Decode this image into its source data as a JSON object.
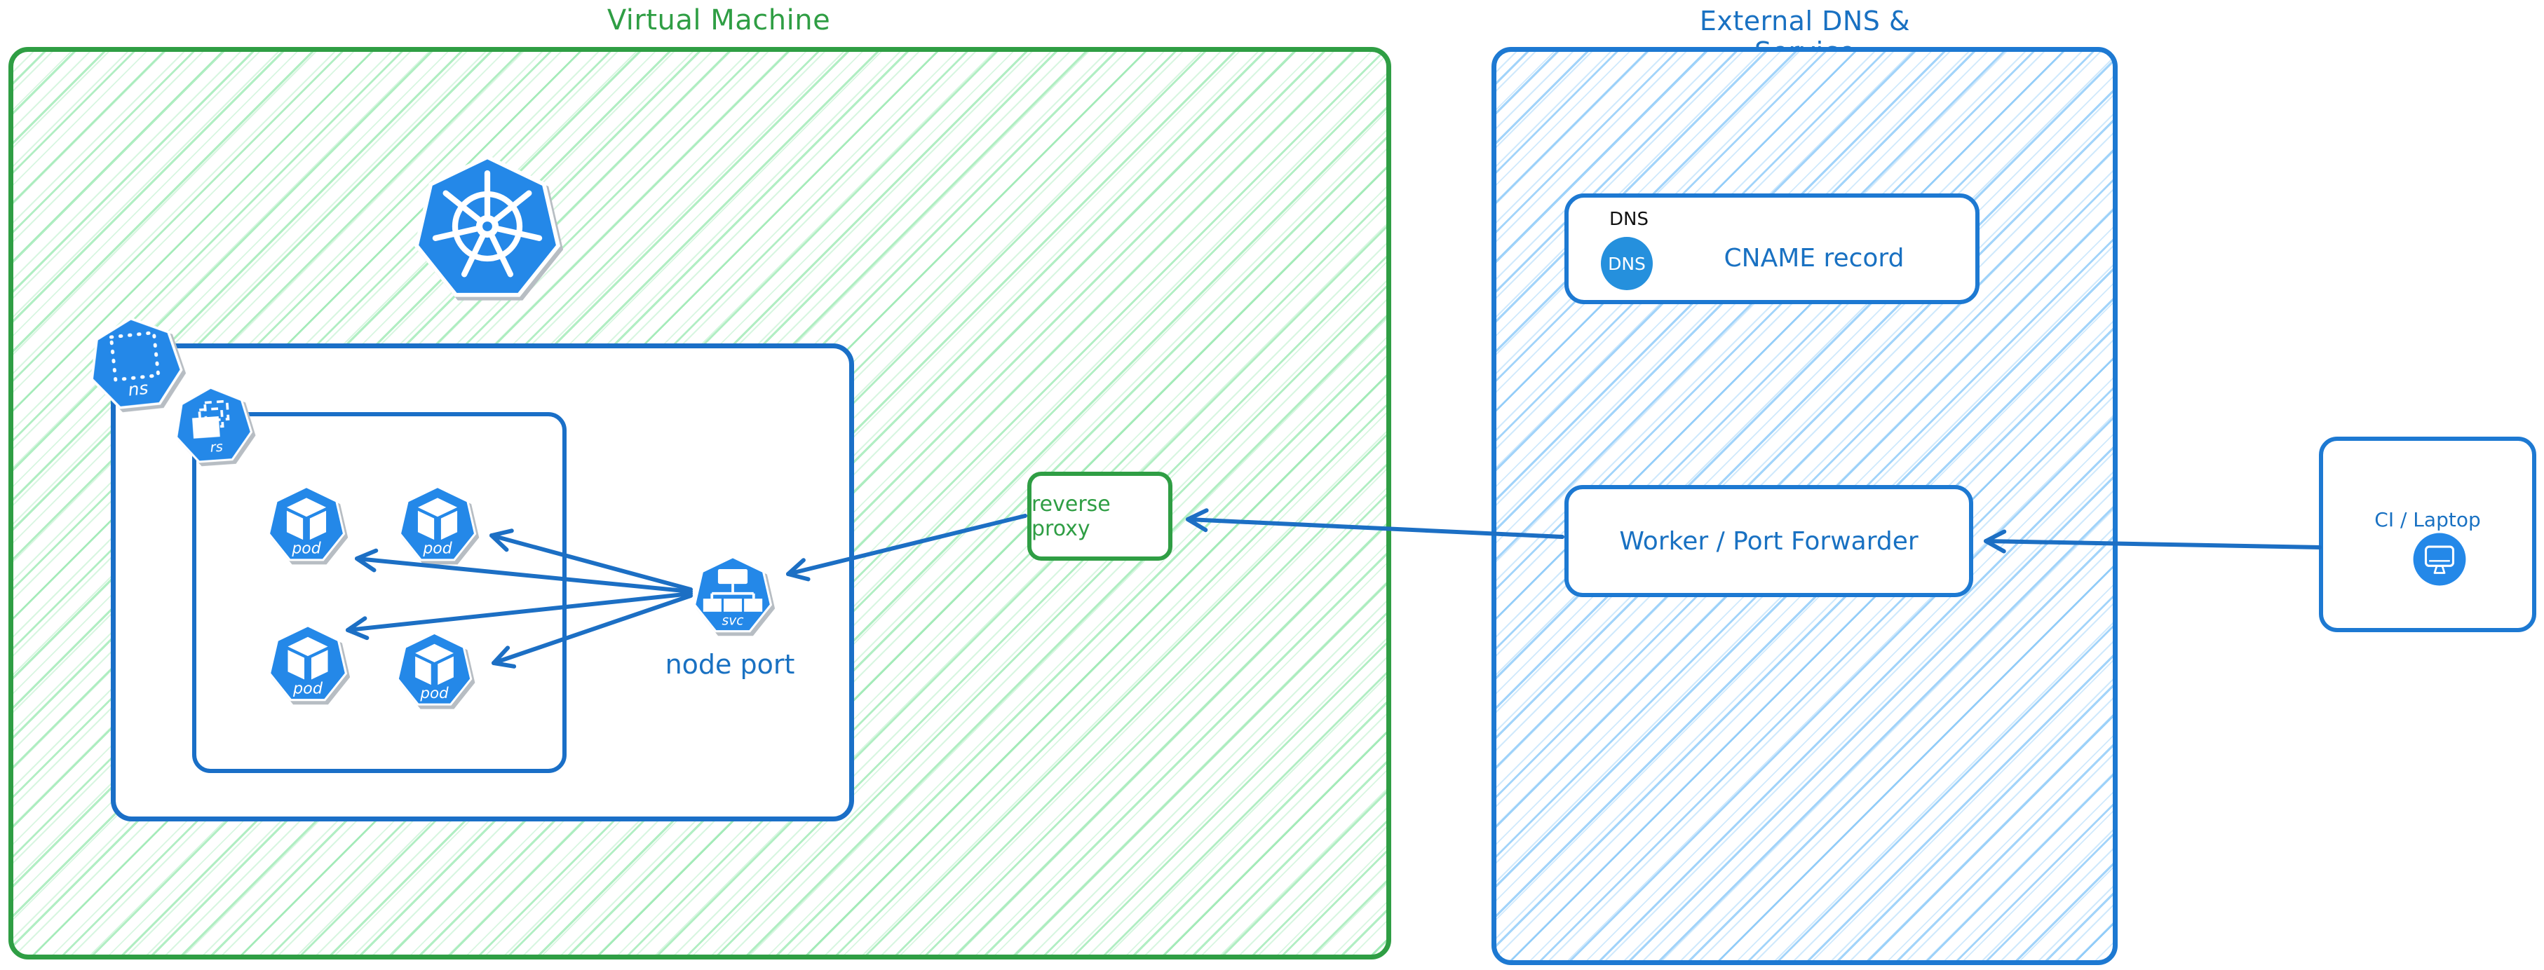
{
  "diagram": {
    "vm": {
      "title": "Virtual Machine",
      "namespace_icon_label": "ns",
      "replicaset_icon_label": "rs",
      "pods": [
        "pod",
        "pod",
        "pod",
        "pod"
      ],
      "service_icon_label": "svc",
      "service_caption": "node port",
      "reverse_proxy_label": "reverse proxy"
    },
    "external": {
      "title": "External DNS & Service",
      "dns_tag": "DNS",
      "dns_icon_label": "DNS",
      "cname_label": "CNAME record",
      "worker_label": "Worker / Port Forwarder"
    },
    "client": {
      "label": "CI / Laptop"
    },
    "icons": {
      "kubernetes_logo": "kubernetes-helm-wheel",
      "namespace": "dotted-square",
      "replicaset": "stacked-squares",
      "pod": "cube",
      "service": "tree-nodes",
      "dns": "dns-circle",
      "client": "monitor"
    },
    "colors": {
      "green_border": "#2f9e44",
      "green_text": "#2f9e44",
      "green_hatch": "#7de29b",
      "blue_border": "#1d79d2",
      "blue_text": "#1971c2",
      "blue_hatch": "#64b7f6",
      "arrow_blue": "#1c6fc4",
      "icon_fill": "#2488e8",
      "dns_tag_color": "#111111"
    }
  }
}
